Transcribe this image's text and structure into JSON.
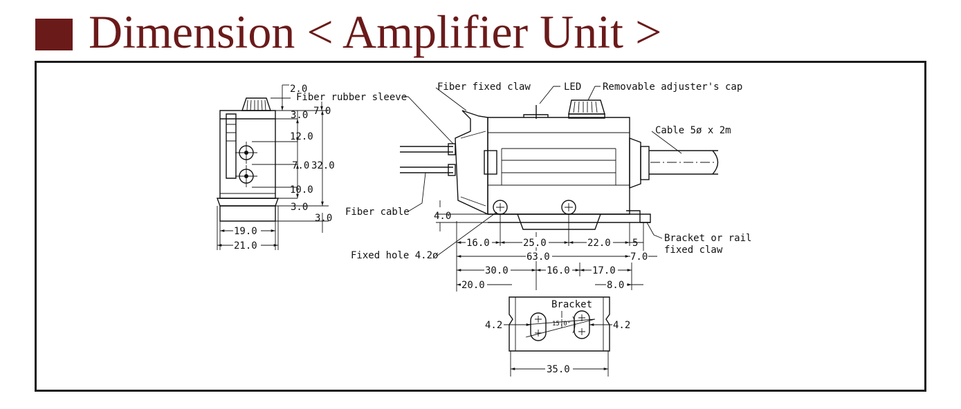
{
  "title": "Dimension < Amplifier Unit >",
  "colors": {
    "title": "#6b1a1a",
    "frame": "#1a1a1a",
    "lines": "#111111"
  },
  "labels": {
    "fiber_rubber_sleeve": "Fiber rubber sleeve",
    "fiber_fixed_claw": "Fiber fixed claw",
    "led": "LED",
    "removable_cap": "Removable adjuster's cap",
    "cable": "Cable 5ø x 2m",
    "fiber_cable": "Fiber cable",
    "fixed_hole": "Fixed hole 4.2ø",
    "bracket_claw_1": "Bracket or rail",
    "bracket_claw_2": "fixed claw",
    "bracket": "Bracket"
  },
  "side_view_dims": {
    "d_2_0": "2.0",
    "d_7_0_top": "7.0",
    "d_3_0_a": "3.0",
    "d_12_0": "12.0",
    "d_7_0_mid": "7.0",
    "d_32_0": "32.0",
    "d_10_0": "10.0",
    "d_3_0_b": "3.0",
    "d_3_0_c": "3.0",
    "d_19_0": "19.0",
    "d_21_0": "21.0"
  },
  "front_view_dims": {
    "d_4_0": "4.0",
    "d_16_0": "16.0",
    "d_25_0": "25.0",
    "d_22_0": "22.0",
    "d_5": "5",
    "d_63_0": "63.0",
    "d_7_0": "7.0",
    "d_30_0": "30.0",
    "d_16_0_b": "16.0",
    "d_17_0": "17.0",
    "d_20_0": "20.0",
    "d_8_0": "8.0"
  },
  "bracket_dims": {
    "d_4_2_left": "4.2",
    "d_4_2_right": "4.2",
    "angle": "15.0°",
    "d_35_0": "35.0"
  }
}
